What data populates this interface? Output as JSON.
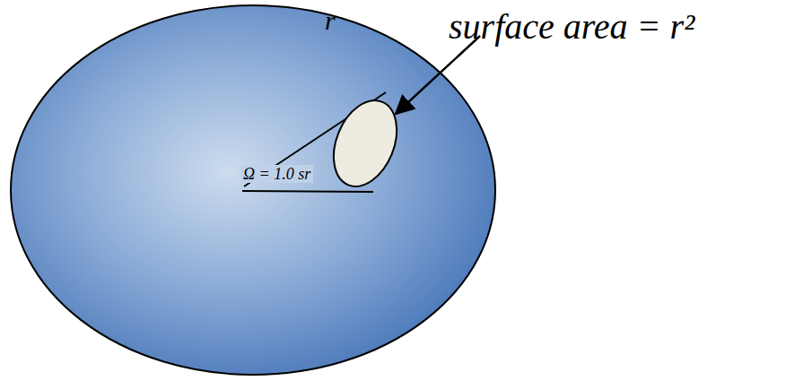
{
  "diagram": {
    "labels": [
      "r",
      "Ω = 1.0 sr",
      "surface area = r²"
    ]
  }
}
